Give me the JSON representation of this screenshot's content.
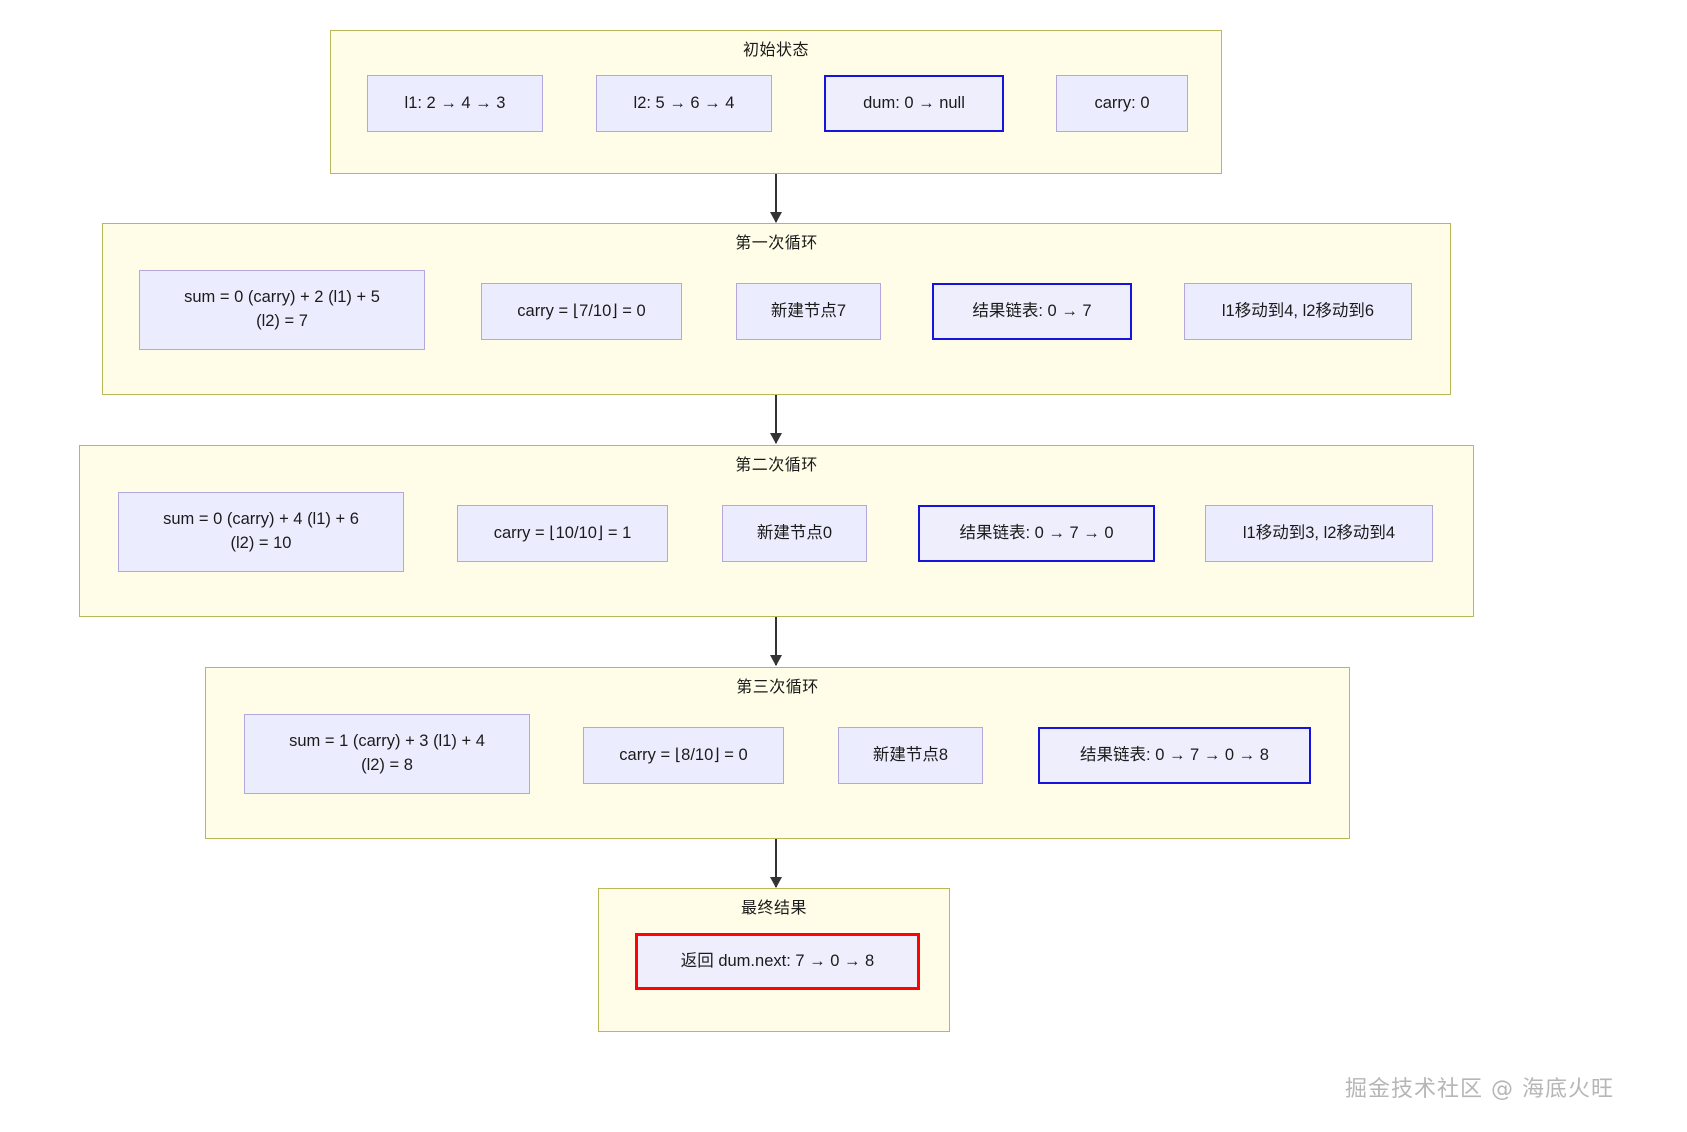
{
  "diagram": {
    "type": "flowchart",
    "orientation": "top-to-bottom",
    "title_visible": false,
    "groups": [
      {
        "id": "initial-state",
        "title": "初始状态",
        "nodes": [
          {
            "id": "l1",
            "label": "l1: 2 → 4 → 3",
            "style": "normal"
          },
          {
            "id": "l2",
            "label": "l2: 5 → 6 → 4",
            "style": "normal"
          },
          {
            "id": "dum",
            "label": "dum: 0 → null",
            "style": "highlight-blue"
          },
          {
            "id": "carry0",
            "label": "carry: 0",
            "style": "normal"
          }
        ]
      },
      {
        "id": "loop-1",
        "title": "第一次循环",
        "nodes": [
          {
            "id": "sum1",
            "label": "sum = 0 (carry) + 2 (l1) + 5\n(l2) = 7",
            "style": "normal"
          },
          {
            "id": "carry1",
            "label": "carry = ⌊7/10⌋ = 0",
            "style": "normal"
          },
          {
            "id": "newnode1",
            "label": "新建节点7",
            "style": "normal"
          },
          {
            "id": "result1",
            "label": "结果链表: 0 → 7",
            "style": "highlight-blue"
          },
          {
            "id": "move1",
            "label": "l1移动到4, l2移动到6",
            "style": "normal"
          }
        ]
      },
      {
        "id": "loop-2",
        "title": "第二次循环",
        "nodes": [
          {
            "id": "sum2",
            "label": "sum = 0 (carry) + 4 (l1) + 6\n(l2) = 10",
            "style": "normal"
          },
          {
            "id": "carry2",
            "label": "carry = ⌊10/10⌋ = 1",
            "style": "normal"
          },
          {
            "id": "newnode2",
            "label": "新建节点0",
            "style": "normal"
          },
          {
            "id": "result2",
            "label": "结果链表: 0 → 7 → 0",
            "style": "highlight-blue"
          },
          {
            "id": "move2",
            "label": "l1移动到3, l2移动到4",
            "style": "normal"
          }
        ]
      },
      {
        "id": "loop-3",
        "title": "第三次循环",
        "nodes": [
          {
            "id": "sum3",
            "label": "sum = 1 (carry) + 3 (l1) + 4\n(l2) = 8",
            "style": "normal"
          },
          {
            "id": "carry3",
            "label": "carry = ⌊8/10⌋ = 0",
            "style": "normal"
          },
          {
            "id": "newnode3",
            "label": "新建节点8",
            "style": "normal"
          },
          {
            "id": "result3",
            "label": "结果链表: 0 → 7 → 0 → 8",
            "style": "highlight-blue"
          }
        ]
      },
      {
        "id": "final-result",
        "title": "最终结果",
        "nodes": [
          {
            "id": "final",
            "label": "返回 dum.next: 7 → 0 → 8",
            "style": "highlight-red"
          }
        ]
      }
    ],
    "connectors": [
      {
        "from": "initial-state",
        "to": "loop-1"
      },
      {
        "from": "loop-1",
        "to": "loop-2"
      },
      {
        "from": "loop-2",
        "to": "loop-3"
      },
      {
        "from": "loop-3",
        "to": "final-result"
      }
    ]
  },
  "watermark": {
    "text": "掘金技术社区 @ 海底火旺"
  },
  "colors": {
    "group_background": "#fffde7",
    "group_border": "#b8b85a",
    "node_background": "#ececff",
    "node_border": "#b3a8dd",
    "highlight_blue": "#1414dd",
    "highlight_red": "#fc0404",
    "connector": "#333333",
    "watermark": "#b6b6b6",
    "page_background": "#ffffff"
  }
}
